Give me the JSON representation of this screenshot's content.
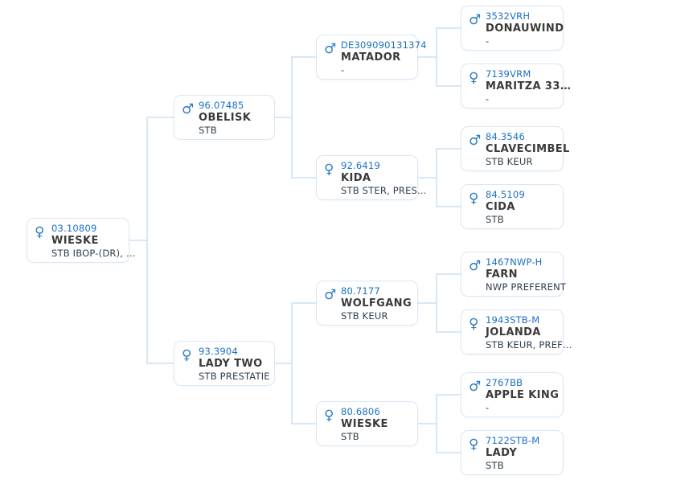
{
  "app": {
    "view_name": "Pedigree tree"
  },
  "colors": {
    "background": "#ffffff",
    "connector_line": "#d7e7f6",
    "card_border": "#d9e8f6",
    "id_blue": "#1b6fc4",
    "icon_blue": "#2e7cc3",
    "name_text": "#3a3a3a",
    "sub_text": "#2f3e4d"
  },
  "nodes": [
    {
      "id": "03.10809",
      "name": "WIESKE",
      "sub": "STB IBOP-(DR), …",
      "gender": "female",
      "gender_icon": "♀",
      "generation": 1,
      "relation": "subject"
    },
    {
      "id": "96.07485",
      "name": "OBELISK",
      "sub": "STB",
      "gender": "male",
      "gender_icon": "♂",
      "generation": 2,
      "relation": "sire"
    },
    {
      "id": "93.3904",
      "name": "LADY TWO",
      "sub": "STB PRESTATIE",
      "gender": "female",
      "gender_icon": "♀",
      "generation": 2,
      "relation": "dam"
    },
    {
      "id": "DE309090131374",
      "name": "MATADOR",
      "sub": "-",
      "gender": "male",
      "gender_icon": "♂",
      "generation": 3,
      "relation": "sire"
    },
    {
      "id": "92.6419",
      "name": "KIDA",
      "sub": "STB STER, PRES…",
      "gender": "female",
      "gender_icon": "♀",
      "generation": 3,
      "relation": "dam"
    },
    {
      "id": "80.7177",
      "name": "WOLFGANG",
      "sub": "STB KEUR",
      "gender": "male",
      "gender_icon": "♂",
      "generation": 3,
      "relation": "sire"
    },
    {
      "id": "80.6806",
      "name": "WIESKE",
      "sub": "STB",
      "gender": "female",
      "gender_icon": "♀",
      "generation": 3,
      "relation": "dam"
    },
    {
      "id": "3532VRH",
      "name": "DONAUWIND",
      "sub": "-",
      "gender": "male",
      "gender_icon": "♂",
      "generation": 4,
      "relation": "sire"
    },
    {
      "id": "7139VRM",
      "name": "MARITZA 33…",
      "sub": "-",
      "gender": "female",
      "gender_icon": "♀",
      "generation": 4,
      "relation": "dam"
    },
    {
      "id": "84.3546",
      "name": "CLAVECIMBEL",
      "sub": "STB KEUR",
      "gender": "male",
      "gender_icon": "♂",
      "generation": 4,
      "relation": "sire"
    },
    {
      "id": "84.5109",
      "name": "CIDA",
      "sub": "STB",
      "gender": "female",
      "gender_icon": "♀",
      "generation": 4,
      "relation": "dam"
    },
    {
      "id": "1467NWP-H",
      "name": "FARN",
      "sub": "NWP PREFERENT",
      "gender": "male",
      "gender_icon": "♂",
      "generation": 4,
      "relation": "sire"
    },
    {
      "id": "1943STB-M",
      "name": "JOLANDA",
      "sub": "STB KEUR, PREF…",
      "gender": "female",
      "gender_icon": "♀",
      "generation": 4,
      "relation": "dam"
    },
    {
      "id": "2767BB",
      "name": "APPLE KING",
      "sub": "-",
      "gender": "male",
      "gender_icon": "♂",
      "generation": 4,
      "relation": "sire"
    },
    {
      "id": "7122STB-M",
      "name": "LADY",
      "sub": "STB",
      "gender": "female",
      "gender_icon": "♀",
      "generation": 4,
      "relation": "dam"
    }
  ]
}
